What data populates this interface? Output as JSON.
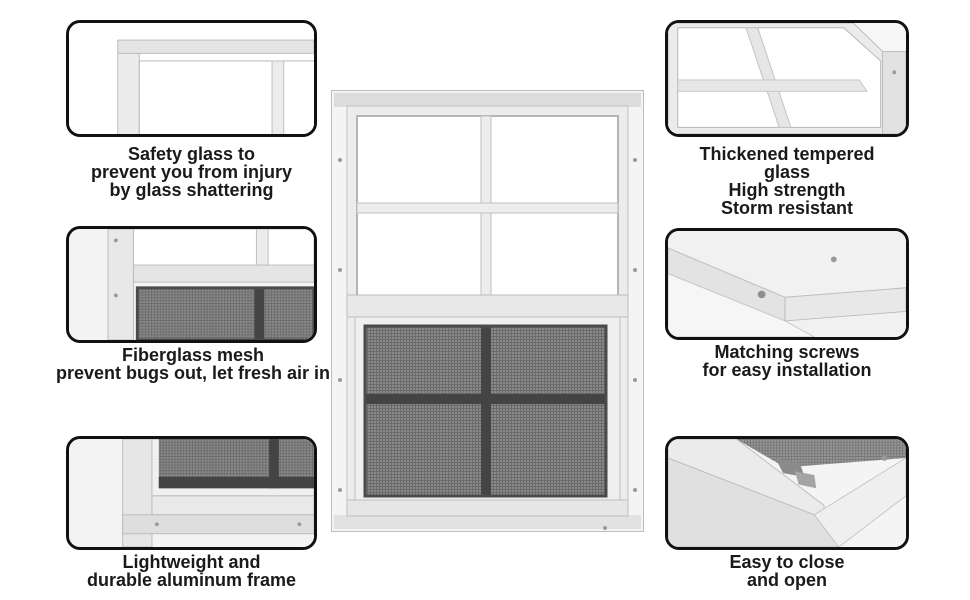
{
  "features": {
    "safety_glass": {
      "lines": [
        "Safety glass to",
        "prevent you from injury",
        "by glass shattering"
      ]
    },
    "fiberglass_mesh": {
      "lines": [
        "Fiberglass mesh",
        "prevent bugs out, let fresh air in"
      ]
    },
    "aluminum_frame": {
      "lines": [
        "Lightweight and",
        "durable aluminum frame"
      ]
    },
    "tempered_glass": {
      "lines": [
        "Thickened tempered",
        "glass",
        "High strength",
        "Storm resistant"
      ]
    },
    "screws": {
      "lines": [
        "Matching screws",
        "for easy installation"
      ]
    },
    "close_open": {
      "lines": [
        "Easy to close",
        "and open"
      ]
    }
  },
  "colors": {
    "frame": "#f2f2f2",
    "frame_shade": "#c9c9c9",
    "mesh": "#6d6d6d",
    "mesh_bar": "#444444",
    "panel_border": "#111111"
  }
}
